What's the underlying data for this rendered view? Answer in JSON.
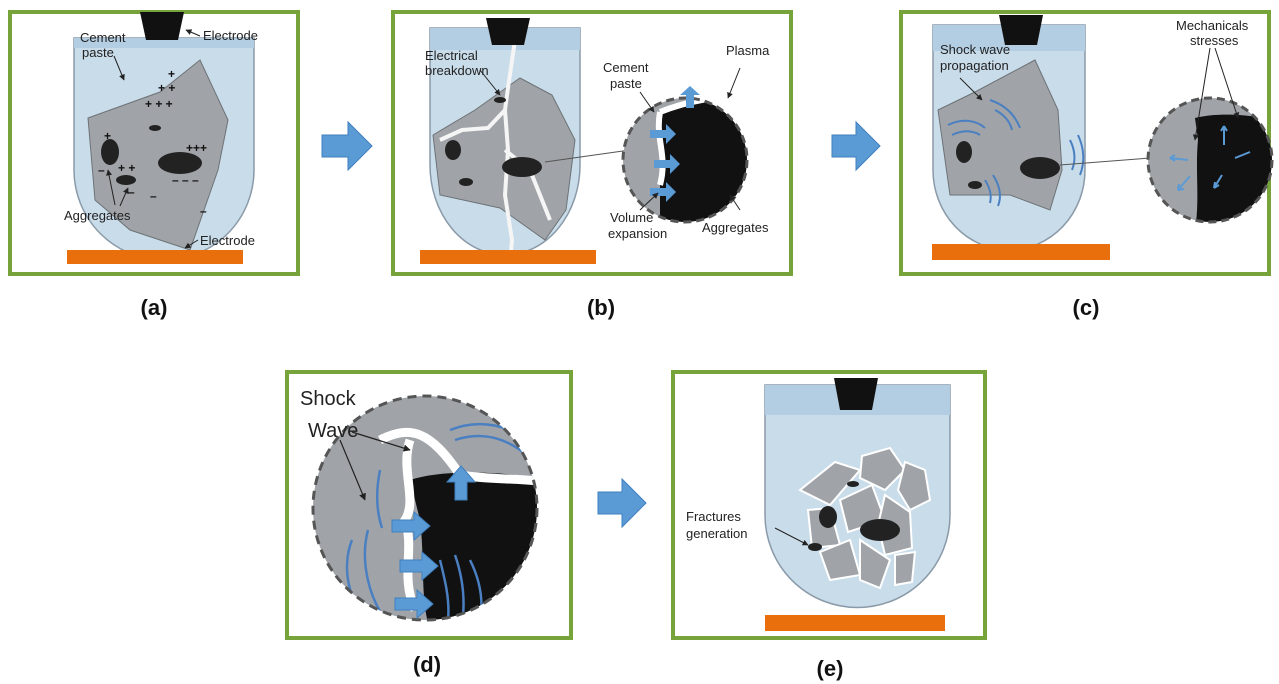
{
  "colors": {
    "frame_border": "#76a33a",
    "liquid": "#c9dcea",
    "liquid_top": "#b3cde2",
    "cement_paste": "#a0a4a8",
    "aggregate": "#222222",
    "electrode": "#e86f0c",
    "arrow": "#5b9bd5",
    "wave": "#4a7fc1"
  },
  "panels": {
    "a": {
      "caption": "(a)",
      "labels": {
        "cement_paste_1": "Cement",
        "cement_paste_2": "paste",
        "electrode_top": "Electrode",
        "aggregates": "Aggregates",
        "electrode_bottom": "Electrode"
      }
    },
    "b": {
      "caption": "(b)",
      "labels": {
        "breakdown_1": "Electrical",
        "breakdown_2": "breakdown",
        "cement_paste_1": "Cement",
        "cement_paste_2": "paste",
        "plasma": "Plasma",
        "volume_1": "Volume",
        "volume_2": "expansion",
        "aggregates": "Aggregates"
      }
    },
    "c": {
      "caption": "(c)",
      "labels": {
        "shock_1": "Shock wave",
        "shock_2": "propagation",
        "stress_1": "Mechanicals",
        "stress_2": "stresses"
      }
    },
    "d": {
      "caption": "(d)",
      "labels": {
        "shock_1": "Shock",
        "shock_2": "Wave"
      }
    },
    "e": {
      "caption": "(e)",
      "labels": {
        "fractures_1": "Fractures",
        "fractures_2": "generation"
      }
    }
  }
}
